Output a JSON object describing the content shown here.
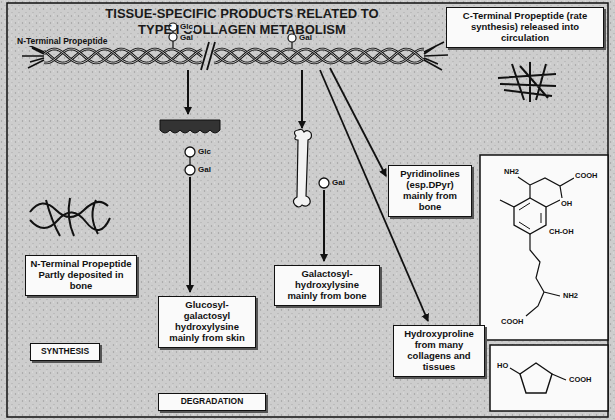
{
  "diagram": {
    "title": "TISSUE-SPECIFIC PRODUCTS RELATED TO TYPE I COLLAGEN METABOLISM",
    "nodes": [
      {
        "text": [
          "C-Terminal Propeptide (rate synthesis) released into circulation"
        ]
      },
      {
        "text": [
          "N-Terminal Propeptide Partly deposited in bone"
        ]
      },
      {
        "text": [
          "SYNTHESIS"
        ]
      },
      {
        "text": [
          "Pyridinolines (esp.DPyr) mainly from bone"
        ]
      },
      {
        "text": [
          "Galactosyl-hydroxylysine mainly from bone"
        ]
      },
      {
        "text": [
          "Glucosyl-galactosyl hydroxylysine mainly from skin"
        ]
      },
      {
        "text": [
          "Hydroxyproline from many collagens and tissues"
        ]
      },
      {
        "text": [
          "DEGRADATION"
        ]
      }
    ],
    "labels": [
      "N-Terminal Propeptide",
      "Glc",
      "Gal",
      "Gal",
      "Glc",
      "Gal",
      "Gal",
      "NH2",
      "COOH",
      "OH",
      "CH-OH",
      "NH2",
      "COOH",
      "HO",
      "COOH"
    ]
  }
}
